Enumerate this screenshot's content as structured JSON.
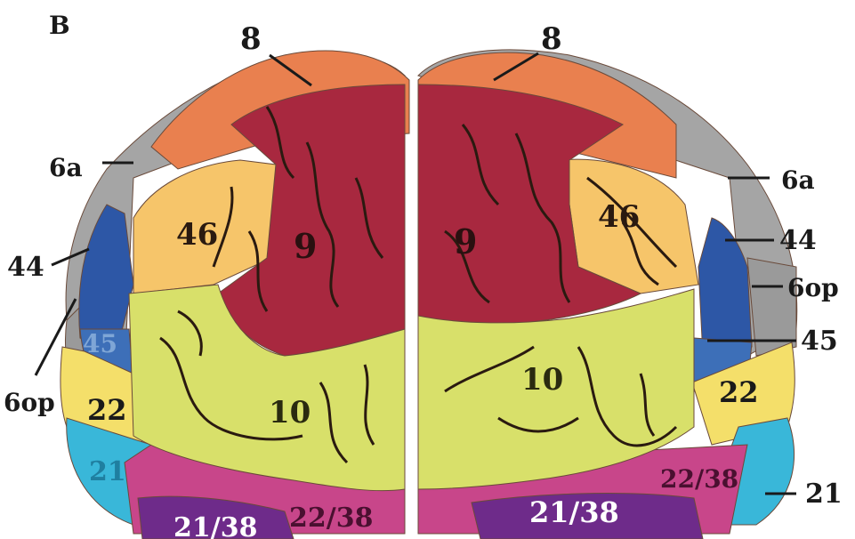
{
  "figure": {
    "panel_letter": "B"
  },
  "areas": {
    "8": "#e9804f",
    "9": "#a8283f",
    "10": "#d8e06a",
    "46": "#f6c56a",
    "6a": "#a5a5a5",
    "44": "#2d57a6",
    "45": "#3d6fb8",
    "6op": "#9a9a9a",
    "22": "#f4df6a",
    "21": "#39b7d9",
    "21/38": "#6e2b8a",
    "22/38": "#c8468a"
  },
  "labels": {
    "left_8": "8",
    "right_8": "8",
    "left_6a": "6a",
    "right_6a": "6a",
    "left_44": "44",
    "right_44": "44",
    "left_46": "46",
    "right_46": "46",
    "left_9": "9",
    "right_9": "9",
    "left_6op": "6op",
    "right_6op": "6op",
    "left_45": "45",
    "right_45": "45",
    "left_22": "22",
    "right_22": "22",
    "left_10": "10",
    "right_10": "10",
    "left_21": "21",
    "right_21": "21",
    "left_21_38": "21/38",
    "left_22_38": "22/38",
    "right_22_38": "22/38",
    "right_21_38": "21/38"
  }
}
